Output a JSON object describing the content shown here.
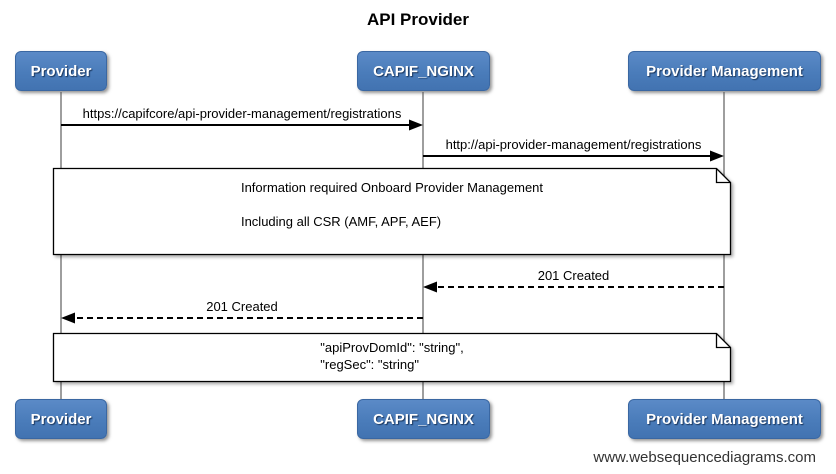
{
  "title": "API Provider",
  "actors": [
    {
      "name": "Provider"
    },
    {
      "name": "CAPIF_NGINX"
    },
    {
      "name": "Provider Management"
    }
  ],
  "messages": [
    {
      "from": "Provider",
      "to": "CAPIF_NGINX",
      "style": "solid",
      "label": "https://capifcore/api-provider-management/registrations"
    },
    {
      "from": "CAPIF_NGINX",
      "to": "Provider Management",
      "style": "solid",
      "label": "http://api-provider-management/registrations"
    },
    {
      "from": "Provider Management",
      "to": "CAPIF_NGINX",
      "style": "dashed",
      "label": "201 Created"
    },
    {
      "from": "CAPIF_NGINX",
      "to": "Provider",
      "style": "dashed",
      "label": "201 Created"
    }
  ],
  "notes": [
    {
      "over": "all",
      "lines": [
        "Information required Onboard Provider Management",
        "",
        "Including all CSR (AMF, APF, AEF)"
      ]
    },
    {
      "over": "all",
      "lines": [
        "\"apiProvDomId\": \"string\",",
        "\"regSec\": \"string\""
      ]
    }
  ],
  "watermark": "www.websequencediagrams.com",
  "colors": {
    "actor_fill": "#4a7cba",
    "actor_border": "#3a67a2",
    "lifeline": "#7f7f7f",
    "message_line": "#000000",
    "note_fill": "#ffffff",
    "note_border": "#000000"
  }
}
